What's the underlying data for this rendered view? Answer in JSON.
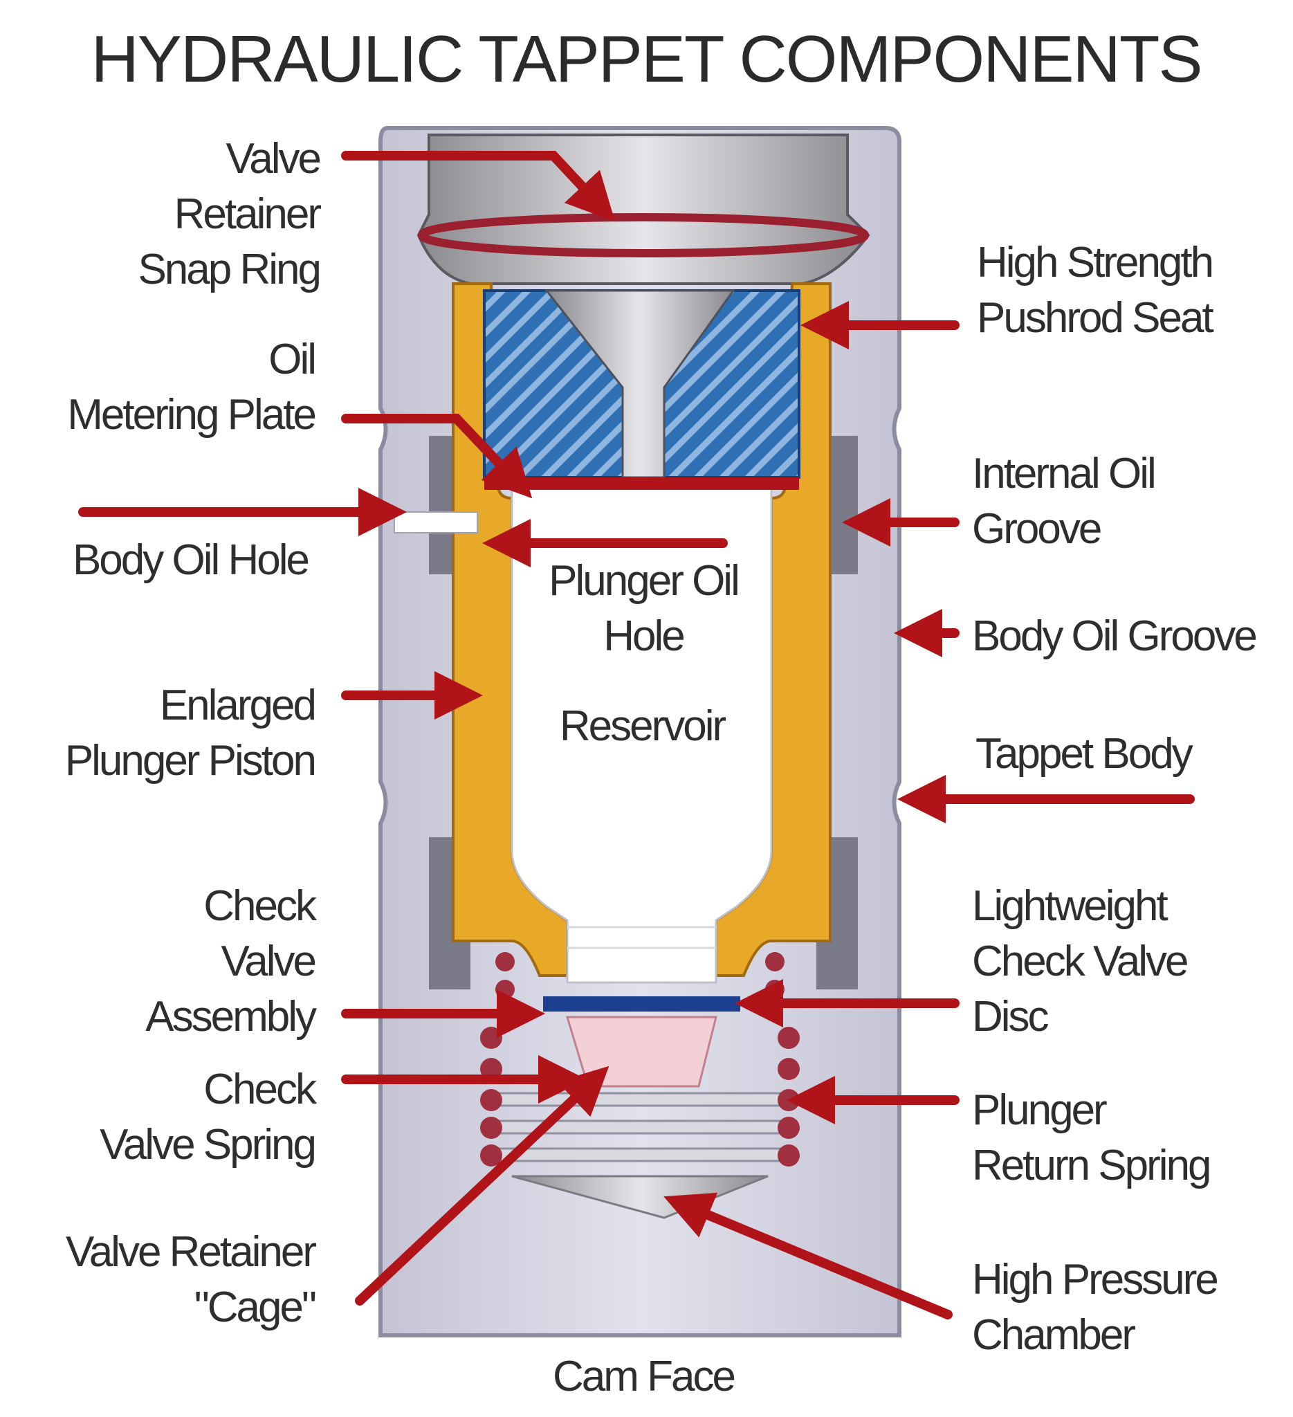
{
  "title": "HYDRAULIC TAPPET COMPONENTS",
  "labels": {
    "valve_retainer_snap_ring": [
      "Valve",
      "Retainer",
      "Snap Ring"
    ],
    "oil_metering_plate": [
      "Oil",
      "Metering Plate"
    ],
    "body_oil_hole": [
      "Body Oil Hole"
    ],
    "enlarged_plunger_piston": [
      "Enlarged",
      "Plunger Piston"
    ],
    "check_valve_assembly": [
      "Check",
      "Valve",
      "Assembly"
    ],
    "check_valve_spring": [
      "Check",
      "Valve Spring"
    ],
    "valve_retainer_cage": [
      "Valve Retainer",
      "\"Cage\""
    ],
    "high_strength_pushrod_seat": [
      "High Strength",
      "Pushrod Seat"
    ],
    "internal_oil_groove": [
      "Internal Oil",
      "Groove"
    ],
    "body_oil_groove": [
      "Body Oil Groove"
    ],
    "tappet_body": [
      "Tappet Body"
    ],
    "lightweight_check_valve_disc": [
      "Lightweight",
      "Check Valve",
      "Disc"
    ],
    "plunger_return_spring": [
      "Plunger",
      "Return Spring"
    ],
    "high_pressure_chamber": [
      "High Pressure",
      "Chamber"
    ],
    "plunger_oil_hole": [
      "Plunger Oil",
      "Hole"
    ],
    "reservoir": [
      "Reservoir"
    ],
    "cam_face": [
      "Cam Face"
    ]
  },
  "colors": {
    "arrow": "#b01418",
    "plunger": "#e8a928",
    "pushrod_seat": "#2f6fb3",
    "body": "#d6d6e6",
    "check_disc": "#1d3f8f",
    "spring": "#a03040"
  }
}
